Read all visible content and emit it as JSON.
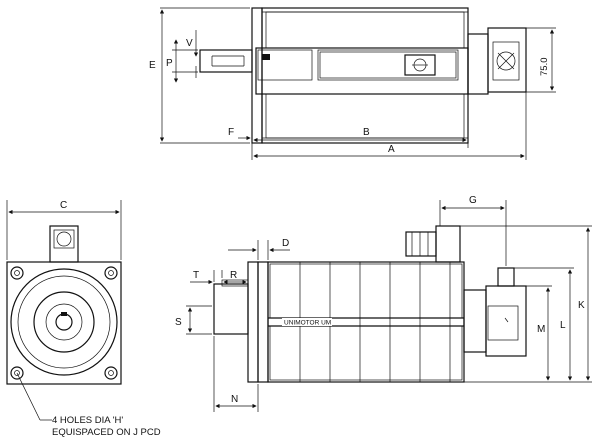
{
  "dimension_labels": {
    "A": "A",
    "B": "B",
    "C": "C",
    "D": "D",
    "E": "E",
    "F": "F",
    "G": "G",
    "K": "K",
    "L": "L",
    "M": "M",
    "N": "N",
    "P": "P",
    "R": "R",
    "S": "S",
    "T": "T",
    "V": "V",
    "encoder_height": "75.0"
  },
  "nameplate": "UNIMOTOR UM",
  "note": {
    "line1": "4 HOLES DIA 'H'",
    "line2": "EQUISPACED ON J PCD"
  }
}
